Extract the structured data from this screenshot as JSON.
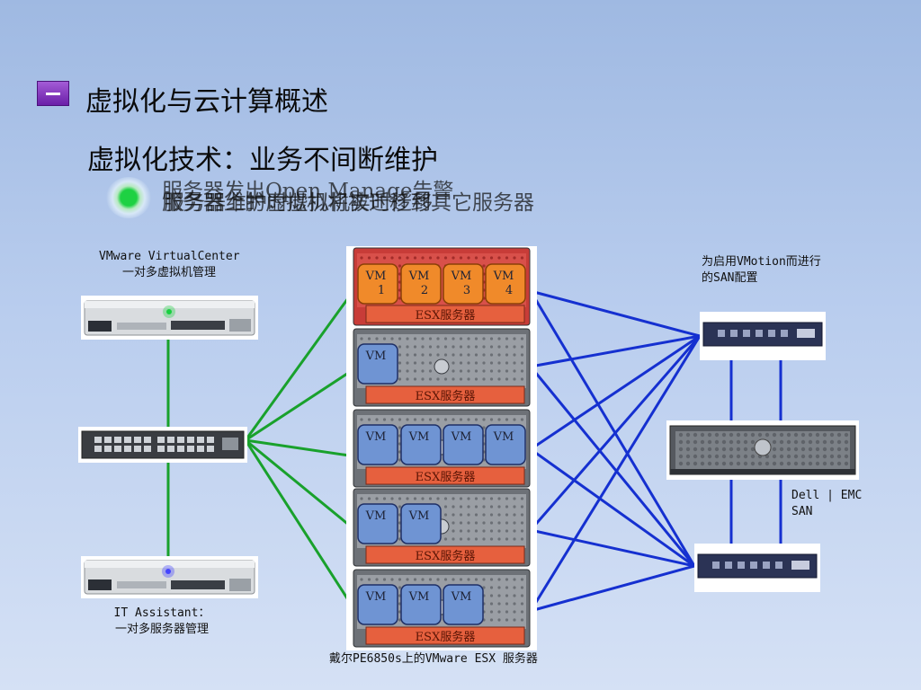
{
  "title": "虚拟化与云计算概述",
  "subtitle": "虚拟化技术：业务不间断维护",
  "animated_text": {
    "line1": "服务器发出Open Manage告警",
    "line2": "服务器上的虚拟机将被迁移到其它服务器",
    "line3": "服务器维护时虚拟机实时迁移"
  },
  "labels": {
    "virtualcenter_line1": "VMware VirtualCenter",
    "virtualcenter_line2": "一对多虚拟机管理",
    "itassistant_line1": "IT Assistant：",
    "itassistant_line2": "一对多服务器管理",
    "san_config_line1": "为启用VMotion而进行",
    "san_config_line2": "的SAN配置",
    "dell_emc_line1": "Dell | EMC",
    "dell_emc_line2": "SAN",
    "bottom_caption": "戴尔PE6850s上的VMware ESX 服务器"
  },
  "esx_label": "ESX服务器",
  "vm_label": "VM",
  "servers": [
    {
      "status": "alert",
      "vms": [
        "VM\n1",
        "VM\n2",
        "VM\n3",
        "VM\n4"
      ]
    },
    {
      "status": "normal",
      "vms": [
        "VM"
      ]
    },
    {
      "status": "normal",
      "vms": [
        "VM",
        "VM",
        "VM",
        "VM"
      ]
    },
    {
      "status": "normal",
      "vms": [
        "VM",
        "VM"
      ]
    },
    {
      "status": "normal",
      "vms": [
        "VM",
        "VM",
        "VM"
      ]
    }
  ],
  "colors": {
    "management_link": "#19a12c",
    "san_link": "#1530d0",
    "esx_bar": "#e6603e",
    "vm_alert": "#f08a2a",
    "vm_normal": "#6f94d3",
    "alert_server": "#c83c38"
  },
  "icons": {
    "title_marker": "purple-minus-box-icon",
    "bullet": "green-glow-bullet-icon"
  }
}
